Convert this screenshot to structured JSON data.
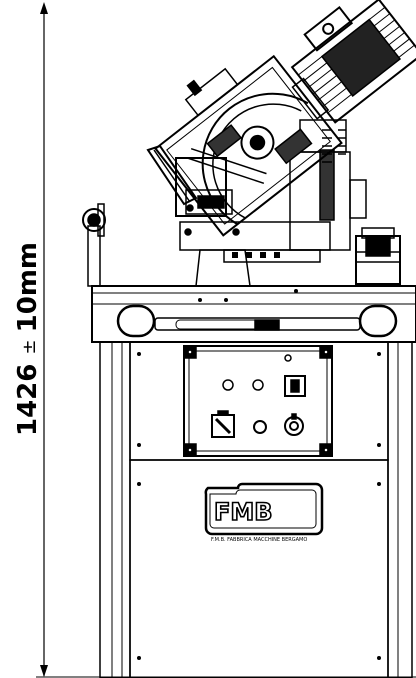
{
  "dimension": {
    "value": "1426",
    "tolerance": "±",
    "tolerance_value": "10mm"
  },
  "logo": {
    "brand": "FMB",
    "tagline": "F.M.B. FABBRICA MACCHINE BERGAMO"
  },
  "colors": {
    "line": "#000000",
    "background": "#ffffff",
    "hatch": "#555555"
  }
}
